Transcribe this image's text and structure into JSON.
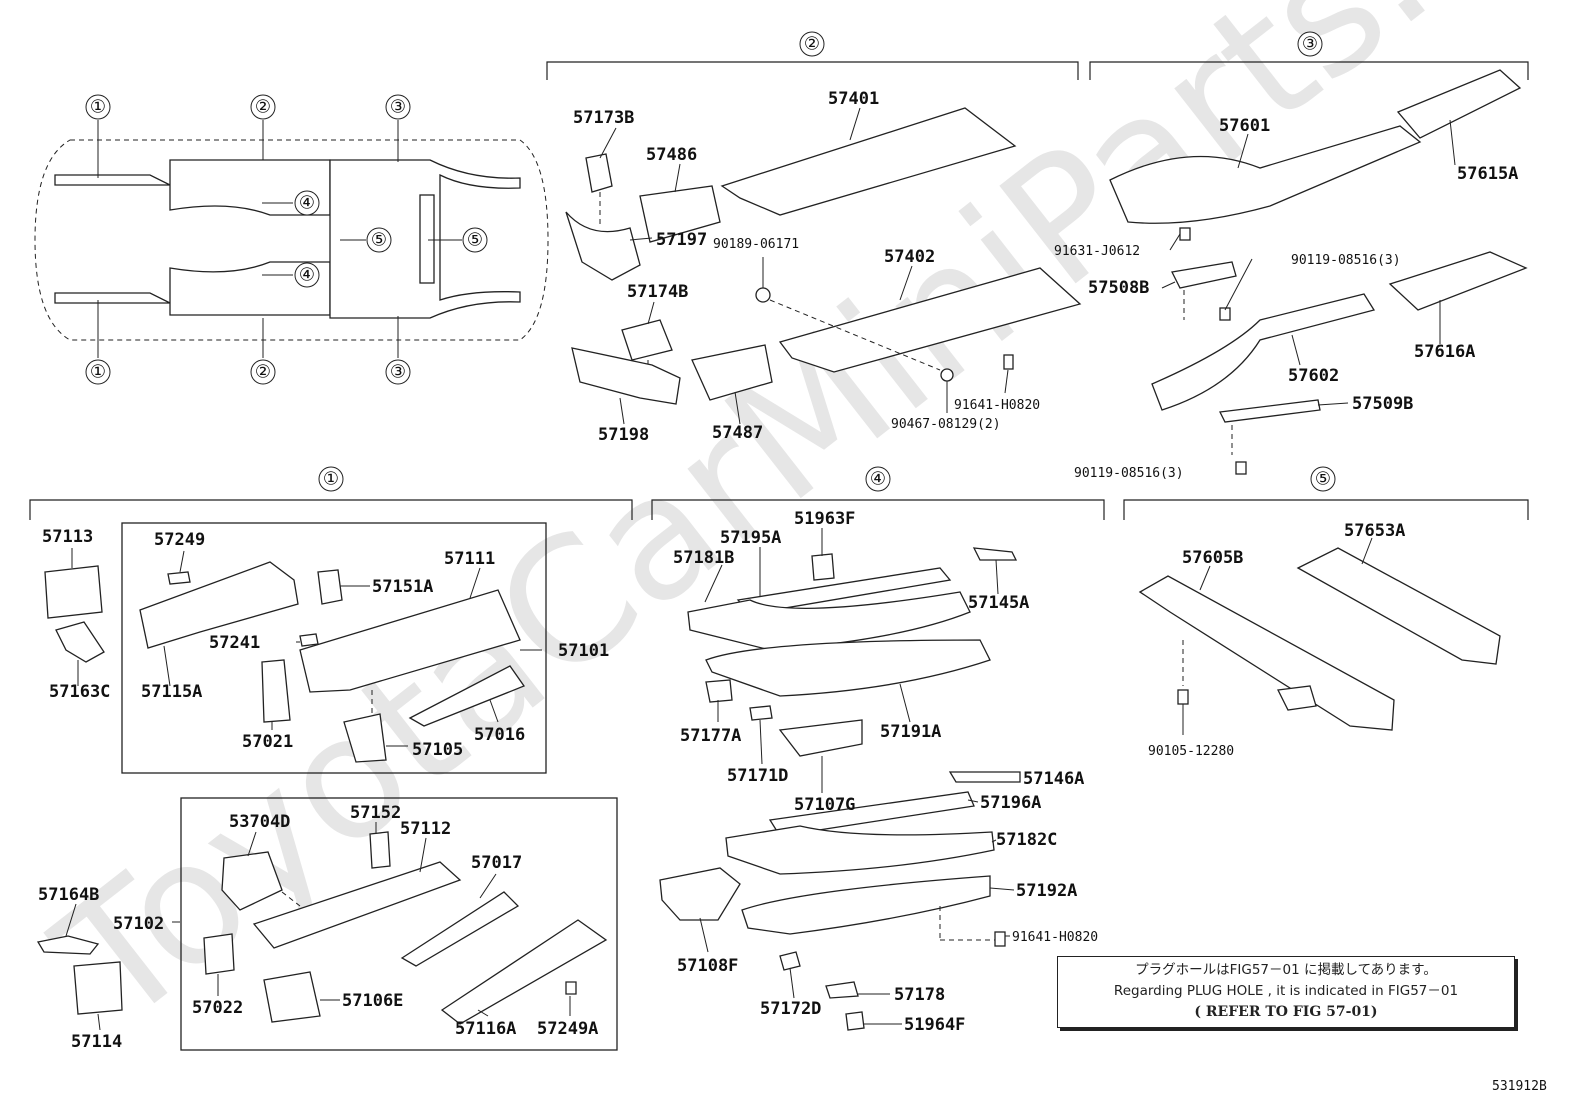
{
  "sections": {
    "s1": "①",
    "s2": "②",
    "s3": "③",
    "s4": "④",
    "s5": "⑤"
  },
  "watermark": "ToyotaCarMiniParts.ru",
  "labels": {
    "p57173B": "57173B",
    "p57486": "57486",
    "p57401": "57401",
    "p57601": "57601",
    "p57615A": "57615A",
    "p90189_06171": "90189-06171",
    "p57197": "57197",
    "p57174B": "57174B",
    "p57402": "57402",
    "p91631_J0612": "91631-J0612",
    "p90119_08516a": "90119-08516(3)",
    "p57508B": "57508B",
    "p57616A": "57616A",
    "p57602": "57602",
    "p57509B": "57509B",
    "p91641_H0820a": "91641-H0820",
    "p90467_08129": "90467-08129(2)",
    "p57198": "57198",
    "p57487": "57487",
    "p90119_08516b": "90119-08516(3)",
    "p57113": "57113",
    "p57249": "57249",
    "p57111": "57111",
    "p57151A": "57151A",
    "p57241": "57241",
    "p57101": "57101",
    "p57115A": "57115A",
    "p57163C": "57163C",
    "p57021": "57021",
    "p57016": "57016",
    "p57105": "57105",
    "p53704D": "53704D",
    "p57152": "57152",
    "p57112": "57112",
    "p57017": "57017",
    "p57164B": "57164B",
    "p57102": "57102",
    "p57022": "57022",
    "p57106E": "57106E",
    "p57116A": "57116A",
    "p57249A": "57249A",
    "p57114": "57114",
    "p51963F": "51963F",
    "p57195A": "57195A",
    "p57181B": "57181B",
    "p57145A": "57145A",
    "p57177A": "57177A",
    "p57191A": "57191A",
    "p57171D": "57171D",
    "p57107G": "57107G",
    "p57146A": "57146A",
    "p57196A": "57196A",
    "p57182C": "57182C",
    "p57192A": "57192A",
    "p91641_H0820b": "91641-H0820",
    "p57108F": "57108F",
    "p57172D": "57172D",
    "p57178": "57178",
    "p51964F": "51964F",
    "p57605B": "57605B",
    "p57653A": "57653A",
    "p90105_12280": "90105-12280"
  },
  "note": {
    "line1": "プラグホールはFIG57－01 に掲載してあります。",
    "line2": "Regarding PLUG HOLE , it is indicated in FIG57－01",
    "line3": "( REFER TO FIG 57-01)"
  },
  "figure_id": "531912B"
}
